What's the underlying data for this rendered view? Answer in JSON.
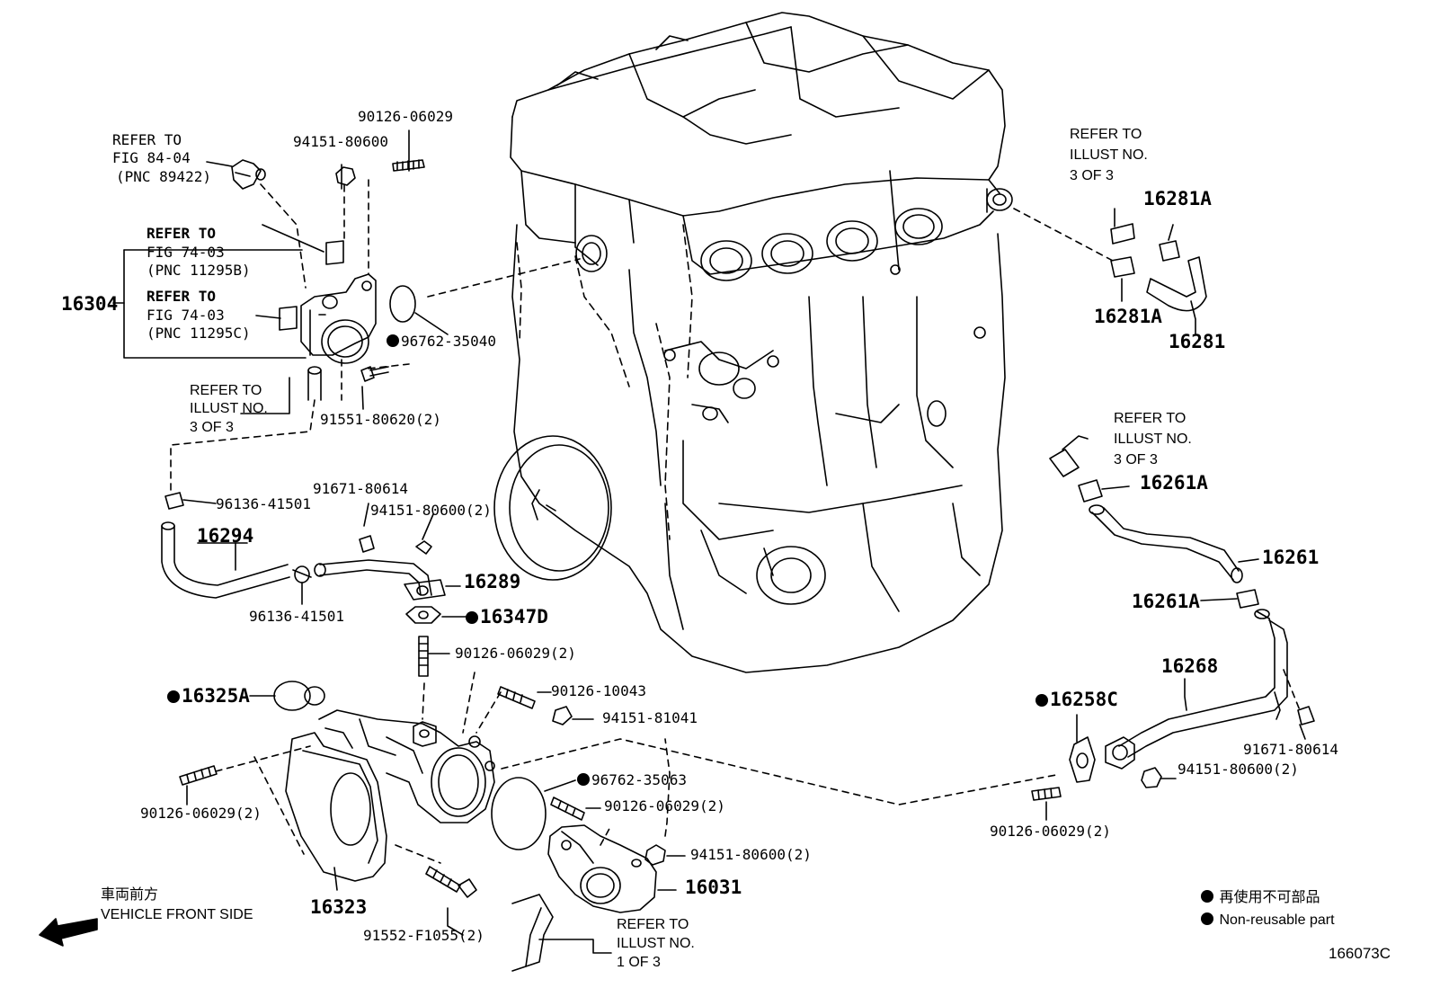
{
  "diagram": {
    "figure_code": "166073C",
    "front_side": {
      "jp": "車両前方",
      "en": "VEHICLE FRONT SIDE"
    },
    "legend": {
      "jp": "再使用不可部品",
      "en": "Non-reusable part"
    },
    "refs": {
      "fig_84_04": [
        "REFER TO",
        "FIG 84-04",
        "(PNC 89422)"
      ],
      "fig_74_03_b": [
        "REFER TO",
        "FIG 74-03",
        "(PNC 11295B)"
      ],
      "fig_74_03_c": [
        "REFER TO",
        "FIG 74-03",
        "(PNC 11295C)"
      ],
      "illust_3_left": [
        "REFER TO",
        "ILLUST NO.",
        "3 OF 3"
      ],
      "illust_3_topright": [
        "REFER TO",
        "ILLUST NO.",
        "3 OF 3"
      ],
      "illust_3_midright": [
        "REFER TO",
        "ILLUST NO.",
        "3 OF 3"
      ],
      "illust_1_bottom": [
        "REFER TO",
        "ILLUST NO.",
        "1 OF 3"
      ]
    },
    "parts": {
      "p90126_06029_top": "90126-06029",
      "p94151_80600_top": "94151-80600",
      "p16304": "16304",
      "p96762_35040": "96762-35040",
      "p91551_80620": "91551-80620(2)",
      "p96136_41501_a": "96136-41501",
      "p91671_80614_a": "91671-80614",
      "p94151_80600_b": "94151-80600(2)",
      "p16294": "16294",
      "p16289": "16289",
      "p96136_41501_b": "96136-41501",
      "p16347D": "16347D",
      "p90126_06029_mid": "90126-06029(2)",
      "p16325A": "16325A",
      "p90126_10043": "90126-10043",
      "p94151_81041": "94151-81041",
      "p96762_35063": "96762-35063",
      "p90126_06029_c": "90126-06029(2)",
      "p90126_06029_left": "90126-06029(2)",
      "p94151_80600_c": "94151-80600(2)",
      "p16031": "16031",
      "p16323": "16323",
      "p91552_F1055": "91552-F1055(2)",
      "p16281A_a": "16281A",
      "p16281A_b": "16281A",
      "p16281": "16281",
      "p16261A_a": "16261A",
      "p16261": "16261",
      "p16261A_b": "16261A",
      "p16268": "16268",
      "p16258C": "16258C",
      "p91671_80614_b": "91671-80614",
      "p94151_80600_d": "94151-80600(2)",
      "p90126_06029_right": "90126-06029(2)"
    }
  }
}
